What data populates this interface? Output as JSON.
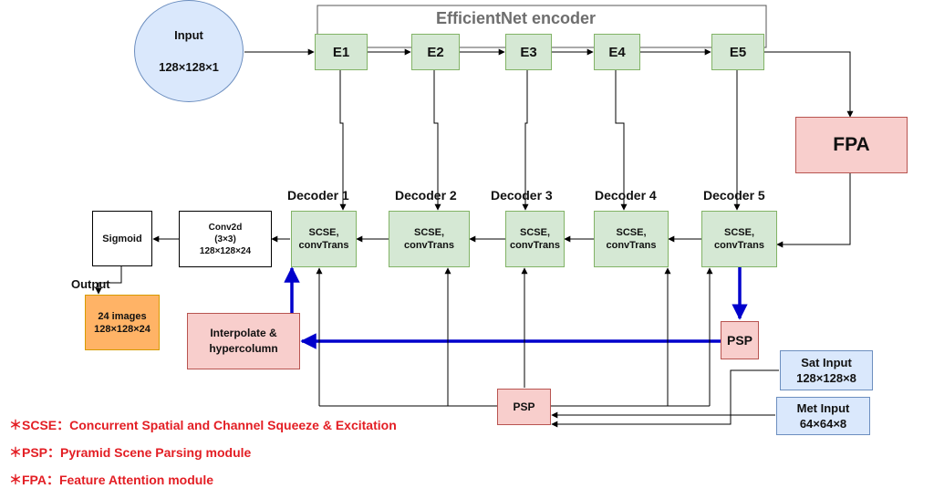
{
  "title": "EfficientNet encoder",
  "input": {
    "label": "Input",
    "size": "128×128×1"
  },
  "encoders": [
    "E1",
    "E2",
    "E3",
    "E4",
    "E5"
  ],
  "fpa": "FPA",
  "decoders": [
    {
      "title": "Decoder 1",
      "line1": "SCSE,",
      "line2": "convTrans"
    },
    {
      "title": "Decoder 2",
      "line1": "SCSE,",
      "line2": "convTrans"
    },
    {
      "title": "Decoder 3",
      "line1": "SCSE,",
      "line2": "convTrans"
    },
    {
      "title": "Decoder 4",
      "line1": "SCSE,",
      "line2": "convTrans"
    },
    {
      "title": "Decoder 5",
      "line1": "SCSE,",
      "line2": "convTrans"
    }
  ],
  "conv2d": {
    "line1": "Conv2d",
    "line2": "(3×3)",
    "line3": "128×128×24"
  },
  "sigmoid": "Sigmoid",
  "output": {
    "label": "Output",
    "line1": "24 images",
    "line2": "128×128×24"
  },
  "interpolate": {
    "line1": "Interpolate &",
    "line2": "hypercolumn"
  },
  "psp_top": "PSP",
  "psp_bottom": "PSP",
  "sat_input": {
    "line1": "Sat Input",
    "line2": "128×128×8"
  },
  "met_input": {
    "line1": "Met Input",
    "line2": "64×64×8"
  },
  "notes": [
    "＊SCSE：Concurrent Spatial and Channel Squeeze & Excitation",
    "＊PSP：Pyramid Scene Parsing module",
    "＊FPA：Feature Attention module"
  ],
  "colors": {
    "green_fill": "#d5e8d4",
    "green_border": "#82b366",
    "pink_fill": "#f8cecc",
    "pink_border": "#b85450",
    "blue_fill": "#dae8fc",
    "blue_border": "#6c8ebf",
    "orange_fill": "#ffb366",
    "accent_arrow": "#0000cc",
    "note_text": "#e31e24"
  }
}
